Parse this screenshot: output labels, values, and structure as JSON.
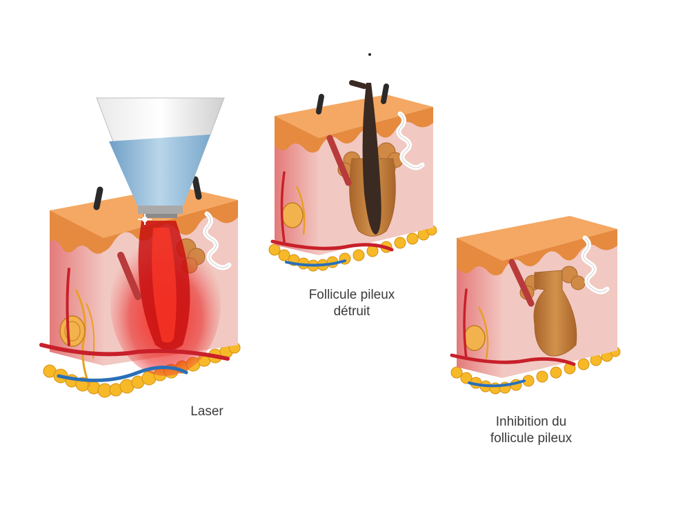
{
  "colors": {
    "epidermis": "#f0a25c",
    "dermis_side": "#f3c9c3",
    "dermis_face": "#ecb3ad",
    "fat": "#f7b928",
    "artery": "#c8202a",
    "vein": "#2a6fb8",
    "laser_red": "#e01818",
    "follicle_burnt": "#3a2a22",
    "follicle_inhibited": "#c9823e",
    "applicator_blue": "#9cc3de",
    "applicator_grey": "#d8d8d8"
  },
  "panels": [
    {
      "id": "laser",
      "caption_lines": [
        "Laser"
      ],
      "icon": "laser-applicator-icon"
    },
    {
      "id": "destroyed",
      "caption_lines": [
        "Follicule pileux",
        "détruit"
      ],
      "icon": "burnt-hair-follicle-icon"
    },
    {
      "id": "inhibition",
      "caption_lines": [
        "Inhibition du",
        "follicule pileux"
      ],
      "icon": "inhibited-hair-follicle-icon"
    }
  ]
}
